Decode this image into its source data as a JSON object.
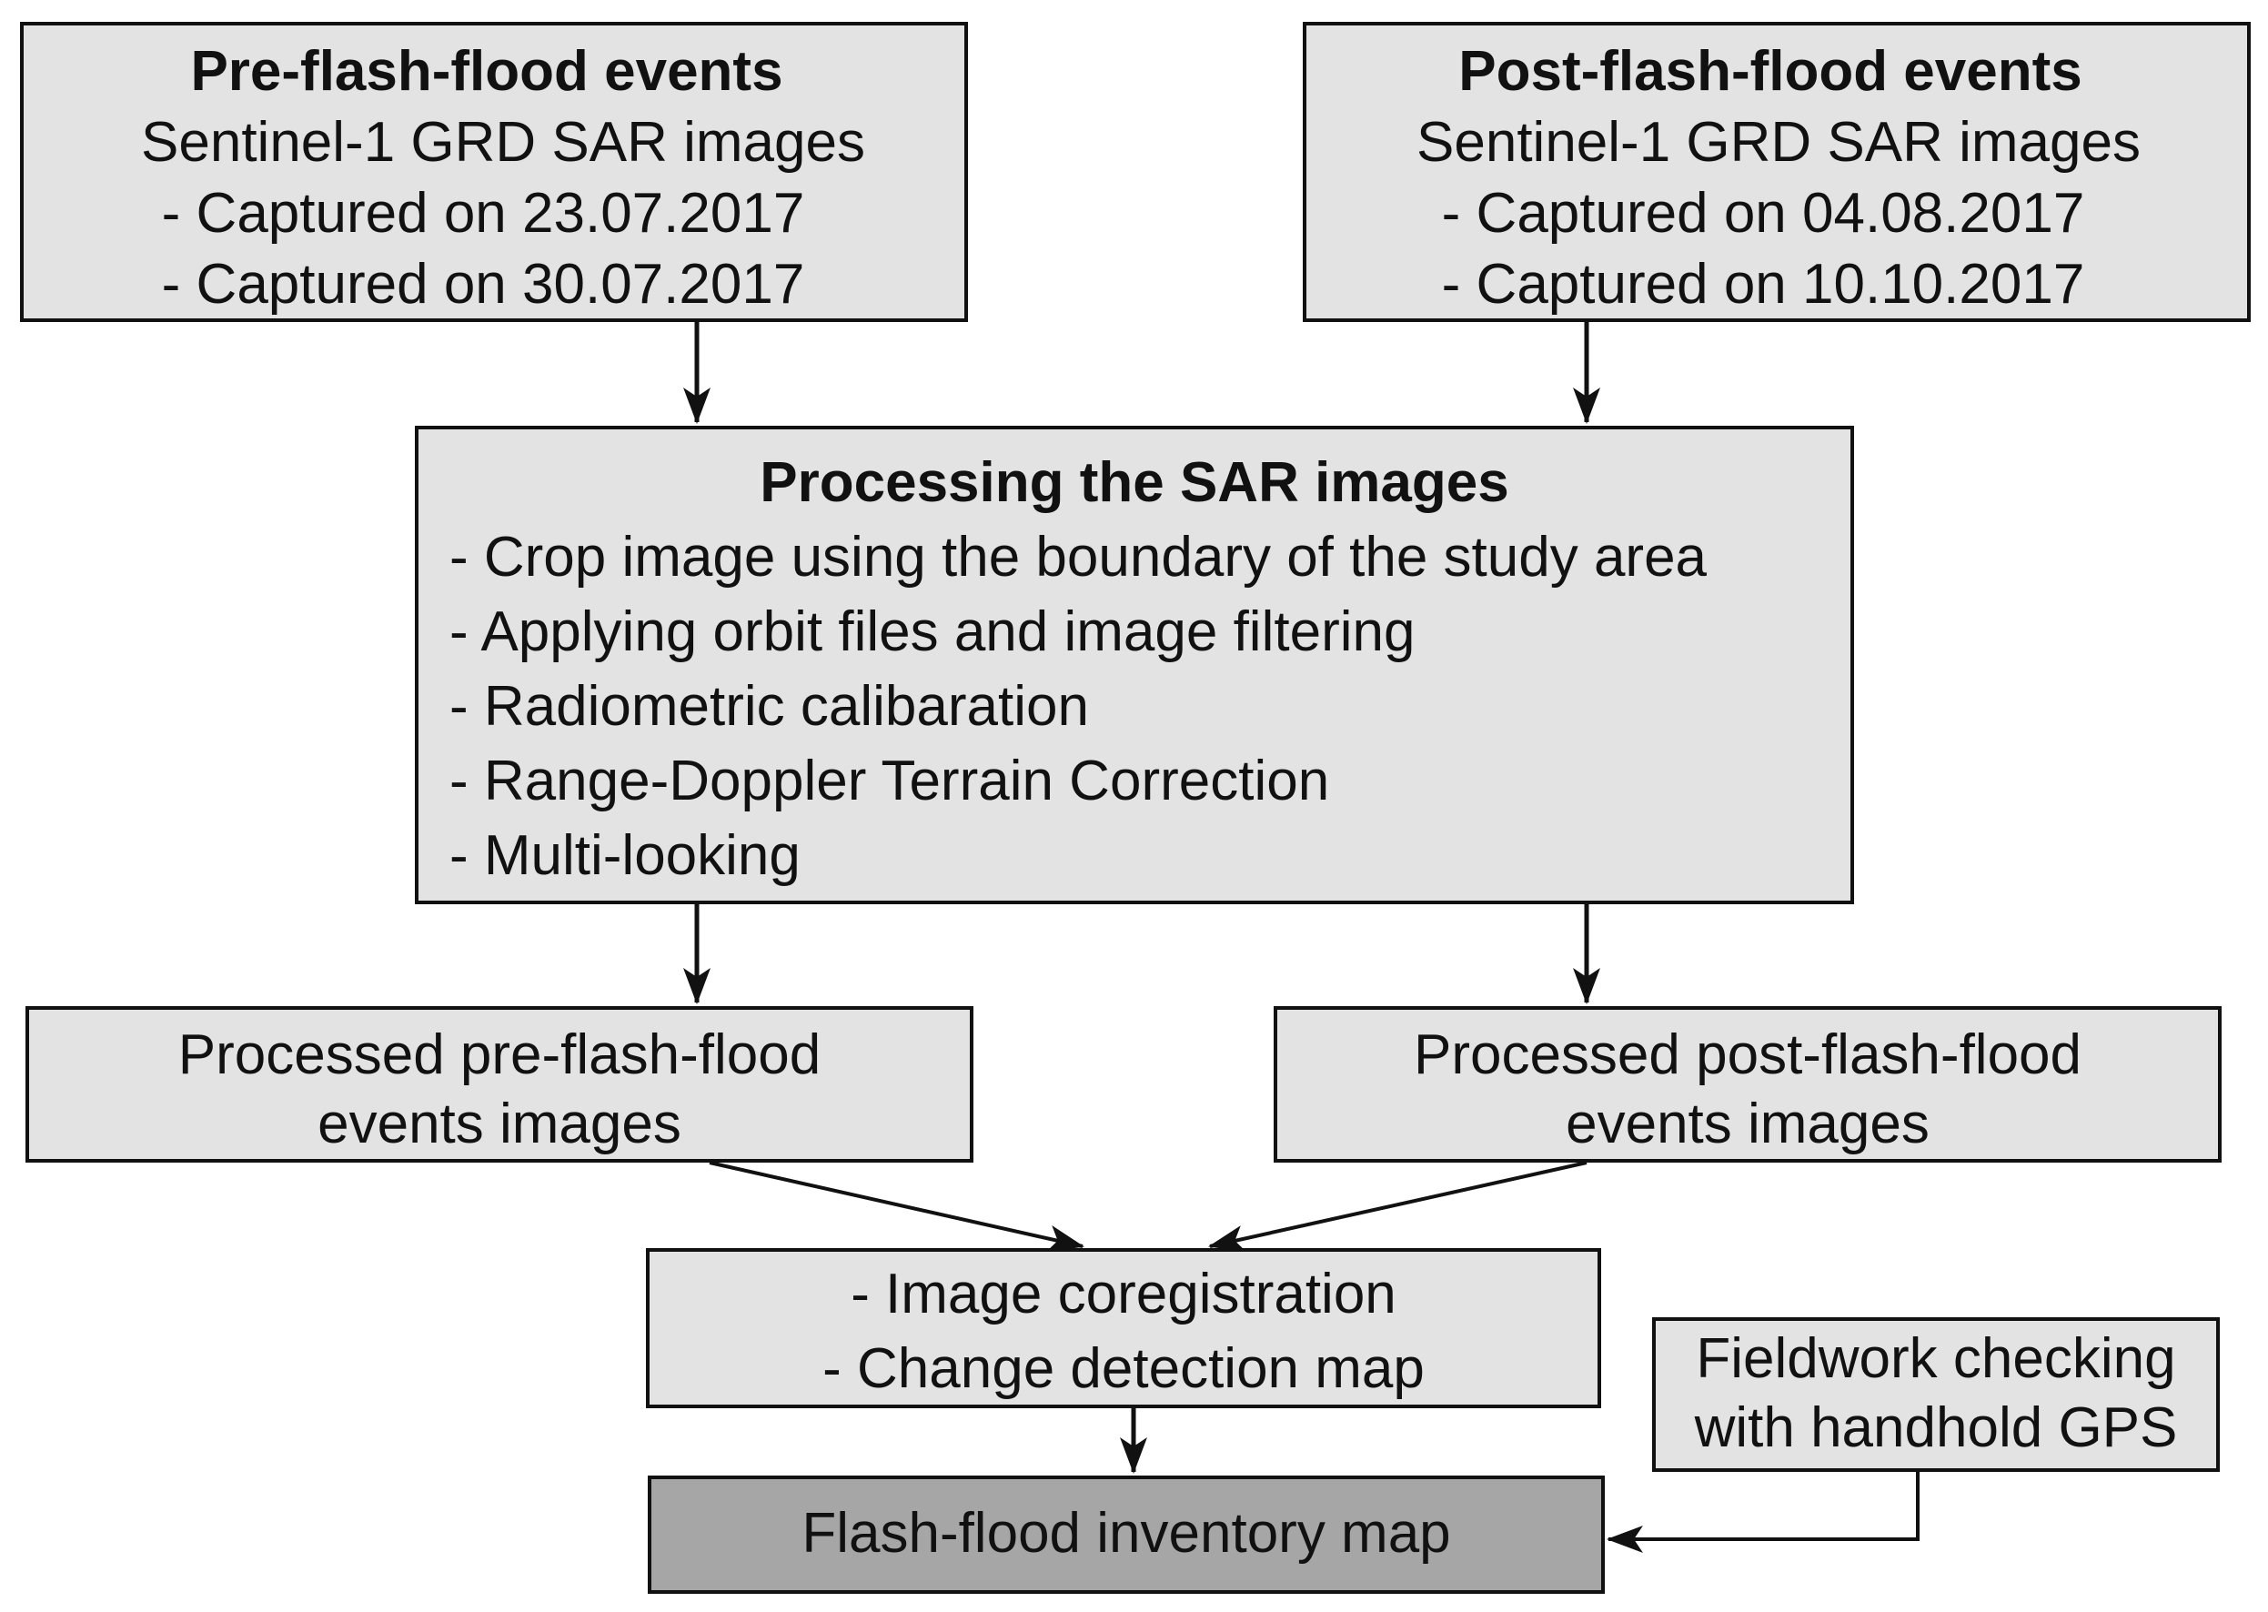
{
  "pre_flood": {
    "title": "Pre-flash-flood events",
    "subtitle": "Sentinel-1 GRD SAR images",
    "items": [
      "- Captured on 23.07.2017",
      "- Captured on 30.07.2017"
    ]
  },
  "post_flood": {
    "title": "Post-flash-flood events",
    "subtitle": "Sentinel-1 GRD SAR images",
    "items": [
      "- Captured on 04.08.2017",
      "- Captured on 10.10.2017"
    ]
  },
  "processing": {
    "title": "Processing the SAR images",
    "steps": [
      "- Crop image using the boundary of the study area",
      "- Applying orbit files and image filtering",
      "- Radiometric calibaration",
      "- Range-Doppler Terrain Correction",
      "- Multi-looking"
    ]
  },
  "processed_pre": {
    "line1": "Processed pre-flash-flood",
    "line2": "events images"
  },
  "processed_post": {
    "line1": "Processed post-flash-flood",
    "line2": "events images"
  },
  "coregistration": {
    "items": [
      "- Image coregistration",
      "- Change detection map"
    ]
  },
  "fieldwork": {
    "line1": "Fieldwork checking",
    "line2": "with handhold GPS"
  },
  "inventory": {
    "label": "Flash-flood inventory map"
  },
  "colors": {
    "box_fill": "#e3e3e3",
    "output_fill": "#a6a6a6",
    "stroke": "#111111"
  }
}
